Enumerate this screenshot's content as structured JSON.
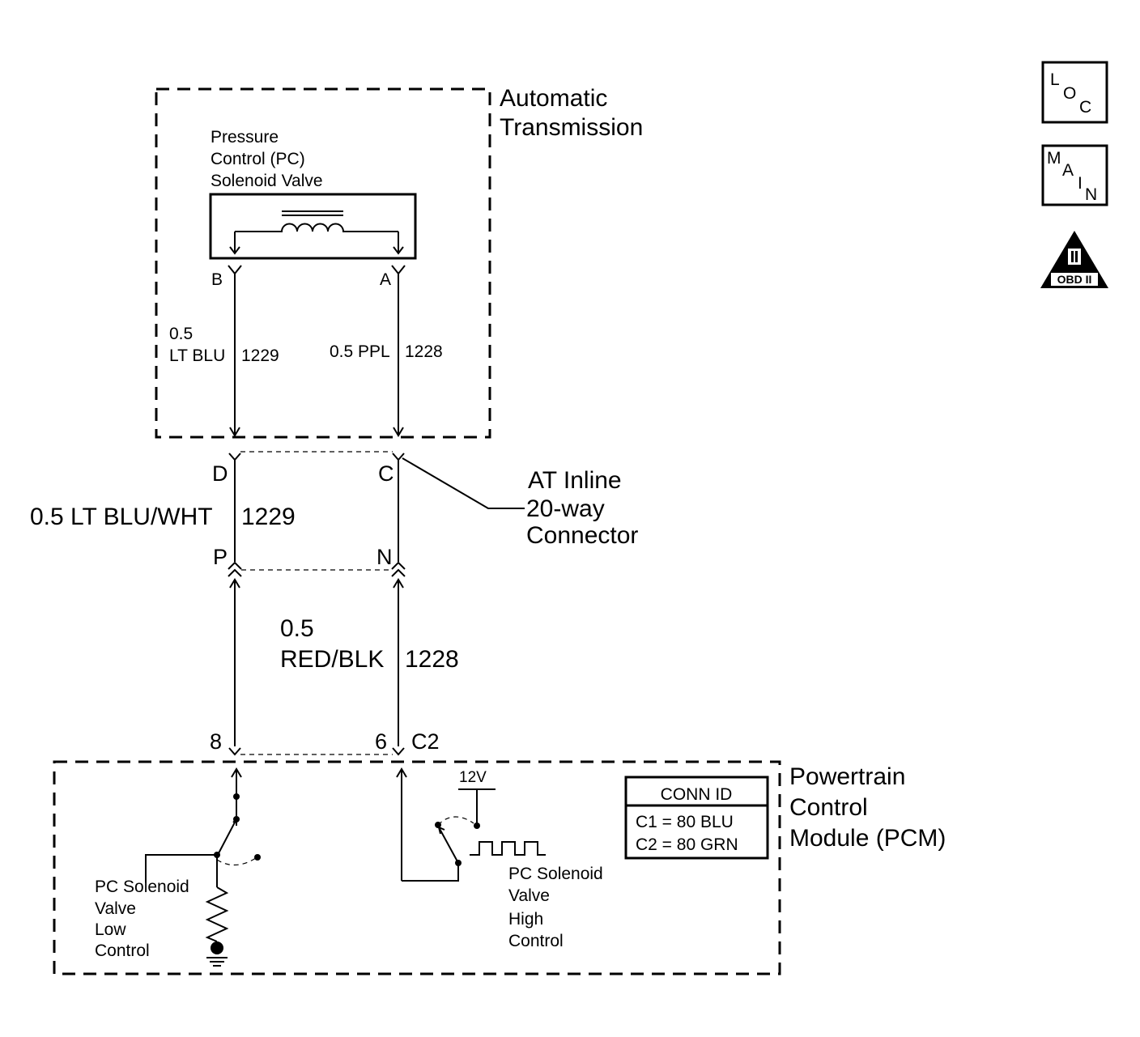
{
  "transmission": {
    "title_line1": "Automatic",
    "title_line2": "Transmission",
    "component_line1": "Pressure",
    "component_line2": "Control (PC)",
    "component_line3": "Solenoid Valve",
    "pin_b": "B",
    "pin_a": "A",
    "wire_left_gauge": "0.5",
    "wire_left_color": "LT BLU",
    "wire_left_circuit": "1229",
    "wire_right": "0.5 PPL",
    "wire_right_circuit": "1228"
  },
  "inline_connector": {
    "pin_d": "D",
    "pin_c": "C",
    "pin_p": "P",
    "pin_n": "N",
    "label_line1": "AT Inline",
    "label_line2": "20-way",
    "label_line3": "Connector",
    "wire_left": "0.5 LT BLU/WHT",
    "wire_left_circuit": "1229",
    "wire_right_gauge": "0.5",
    "wire_right_color": "RED/BLK",
    "wire_right_circuit": "1228"
  },
  "pcm": {
    "pin_8": "8",
    "pin_6": "6",
    "connector": "C2",
    "title_line1": "Powertrain",
    "title_line2": "Control",
    "title_line3": "Module (PCM)",
    "voltage": "12V",
    "low_line1": "PC Solenoid",
    "low_line2": "Valve",
    "low_line3": "Low",
    "low_line4": "Control",
    "high_line1": "PC Solenoid",
    "high_line2": "Valve",
    "high_line3": "High",
    "high_line4": "Control",
    "conn_id_header": "CONN ID",
    "conn_id_c1": "C1 = 80 BLU",
    "conn_id_c2": "C2 = 80 GRN"
  },
  "icons": {
    "loc": [
      "L",
      "O",
      "C"
    ],
    "main": [
      "M",
      "A",
      "I",
      "N"
    ],
    "obd_numeral": "II",
    "obd_label": "OBD II"
  }
}
